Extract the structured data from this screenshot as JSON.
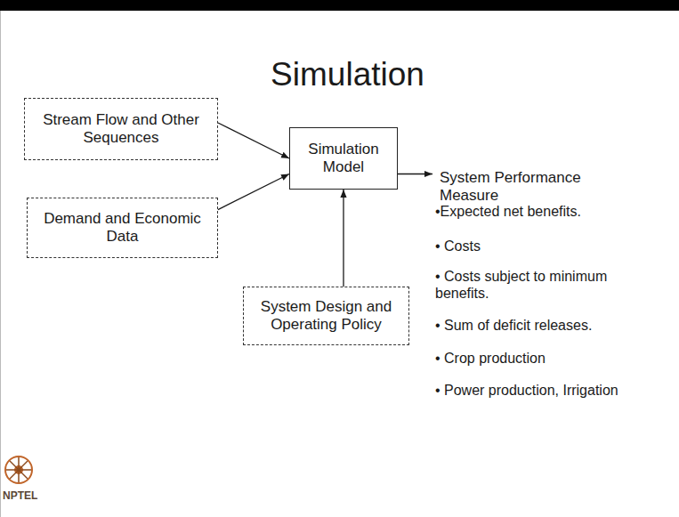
{
  "diagram": {
    "title": "Simulation",
    "nodes": [
      {
        "text": [
          "Stream Flow and Other Sequences"
        ]
      },
      {
        "text": [
          "Demand and Economic Data"
        ]
      },
      {
        "text": [
          "Simulation Model"
        ]
      },
      {
        "text": [
          "System Design and Operating Policy"
        ]
      },
      {
        "text": [
          "System Performance Measure"
        ]
      }
    ],
    "edges": [
      {
        "from": 0,
        "to": 2,
        "arrow": "to"
      },
      {
        "from": 1,
        "to": 2,
        "arrow": "to"
      },
      {
        "from": 3,
        "to": 2,
        "arrow": "to"
      },
      {
        "from": 2,
        "to": 4,
        "arrow": "to"
      }
    ],
    "labels": [
      "•Expected net benefits.",
      "• Costs",
      "• Costs subject to minimum benefits.",
      "• Sum of deficit releases.",
      "• Crop production",
      "• Power production, Irrigation",
      "NPTEL"
    ]
  }
}
